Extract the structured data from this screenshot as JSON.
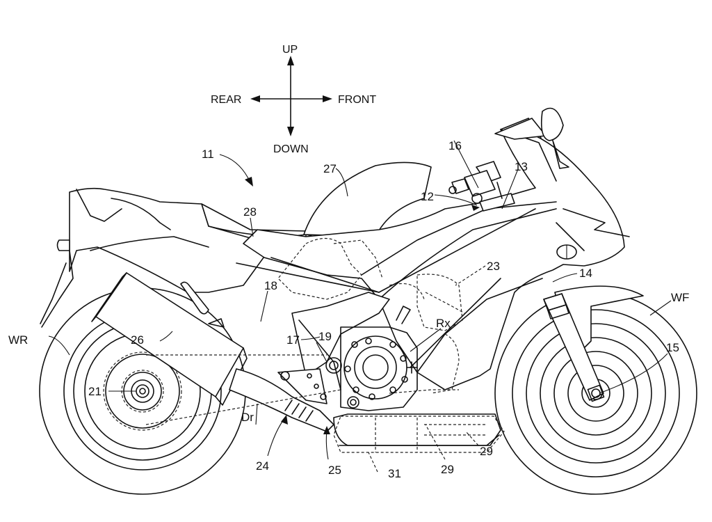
{
  "figure": {
    "type": "patent drawing",
    "subject": "motorcycle side view"
  },
  "orientation": {
    "up": "UP",
    "down": "DOWN",
    "rear": "REAR",
    "front": "FRONT"
  },
  "labels": {
    "vehicle": "11",
    "l12": "12",
    "l13": "13",
    "l14": "14",
    "l15": "15",
    "l16": "16",
    "l17": "17",
    "l18": "18",
    "l19": "19",
    "l21": "21",
    "l23": "23",
    "l24": "24",
    "l25": "25",
    "l26": "26",
    "l27": "27",
    "l28": "28",
    "l29a": "29",
    "l29b": "29",
    "l31": "31",
    "rear_wheel": "WR",
    "front_wheel": "WF",
    "rx": "Rx",
    "dr": "Dr"
  }
}
